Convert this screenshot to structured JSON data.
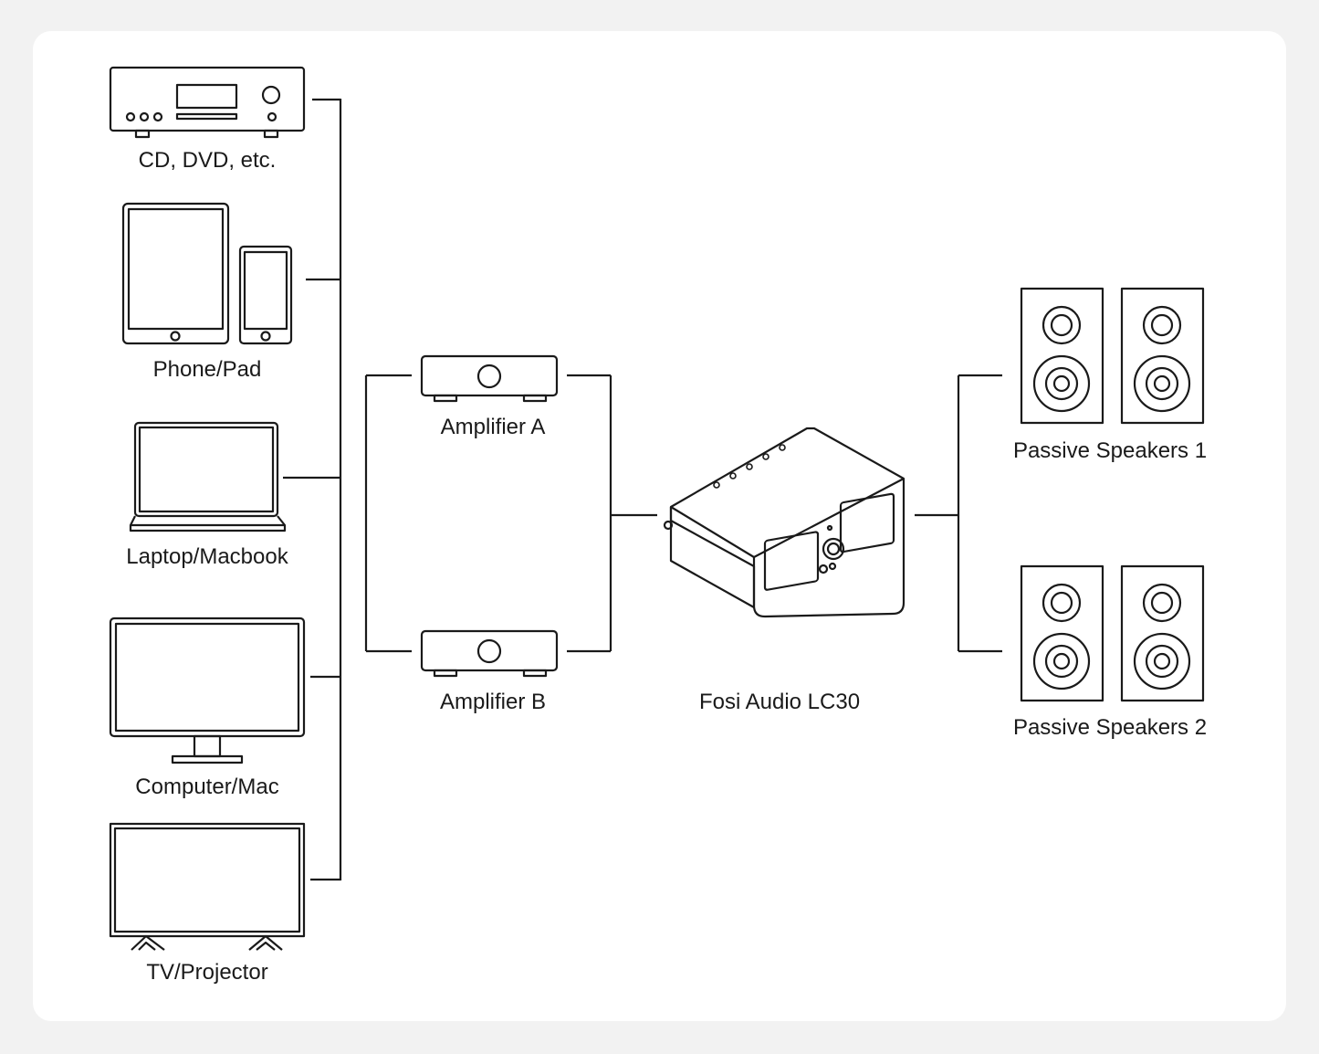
{
  "sources": [
    {
      "label": "CD, DVD, etc.",
      "icon": "cd-dvd-player-icon"
    },
    {
      "label": "Phone/Pad",
      "icon": "tablet-phone-icon"
    },
    {
      "label": "Laptop/Macbook",
      "icon": "laptop-icon"
    },
    {
      "label": "Computer/Mac",
      "icon": "monitor-icon"
    },
    {
      "label": "TV/Projector",
      "icon": "tv-icon"
    }
  ],
  "amplifiers": [
    {
      "label": "Amplifier A",
      "icon": "amplifier-icon"
    },
    {
      "label": "Amplifier B",
      "icon": "amplifier-icon"
    }
  ],
  "hub": {
    "label": "Fosi Audio LC30",
    "icon": "speaker-switcher-icon"
  },
  "outputs": [
    {
      "label": "Passive Speakers 1",
      "icon": "speaker-pair-icon"
    },
    {
      "label": "Passive Speakers 2",
      "icon": "speaker-pair-icon"
    }
  ],
  "colors": {
    "line": "#1a1a1a",
    "background": "#f2f2f2",
    "card": "#ffffff"
  }
}
